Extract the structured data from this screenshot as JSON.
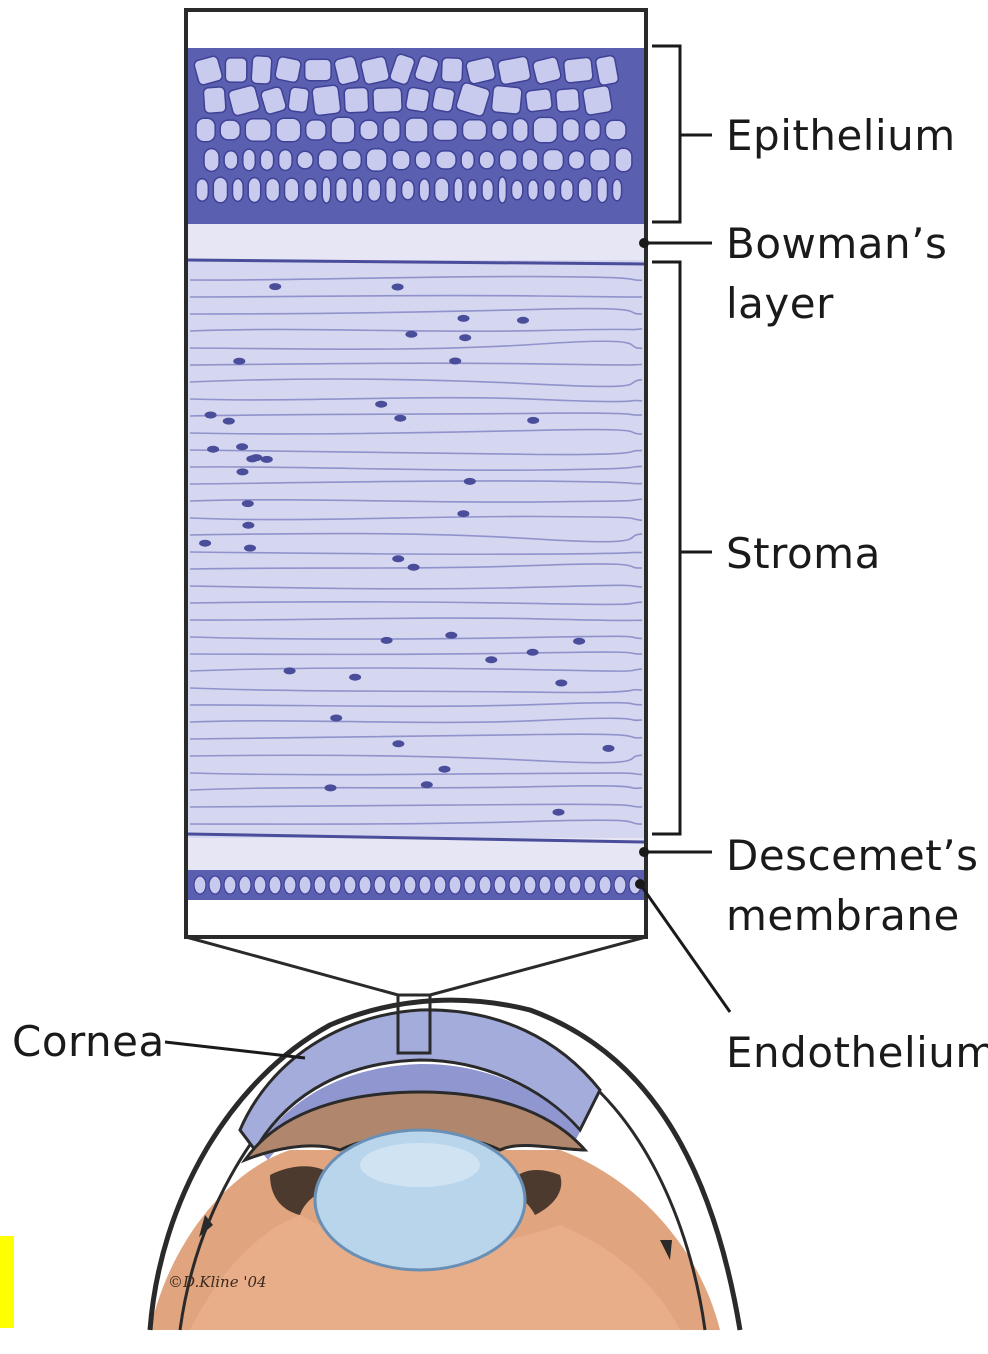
{
  "labels": {
    "epithelium": "Epithelium",
    "bowmans_layer": "Bowman’s\nlayer",
    "stroma": "Stroma",
    "descemets_membrane": "Descemet’s\nmembrane",
    "endothelium": "Endothelium",
    "cornea": "Cornea"
  },
  "credit": "©D.Kline '04",
  "colors": {
    "epithelium_fill": "#5b5fb0",
    "cell_fill": "#c9cbee",
    "stroma_fill": "#d5d6f0",
    "bowman_fill": "#e6e6f5",
    "fiber_line": "#8487c4",
    "nucleus": "#4a4d9a",
    "cornea_blue": "#9ea6d8",
    "iris_brown": "#b48a6e",
    "lens_blue": "#b7d3ea",
    "eye_orange": "#dd9a72",
    "marker_yellow": "#ffff00"
  }
}
